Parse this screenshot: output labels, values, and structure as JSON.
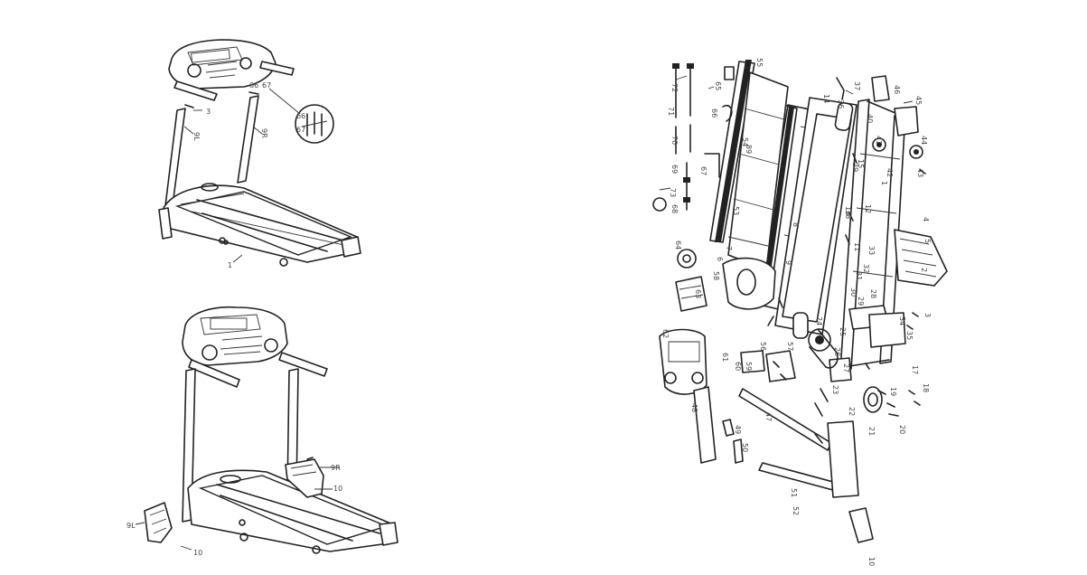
{
  "top_view": {
    "labels": {
      "frame": "1",
      "upright_left": "9L",
      "upright_right": "9R",
      "screw_a": "66",
      "screw_b": "67",
      "detail_a": "66",
      "detail_b": "67",
      "small_top": "3"
    }
  },
  "bottom_view": {
    "labels": {
      "base_cover_right": "9R",
      "base_cover_left": "9L",
      "bolt_right": "10",
      "bolt_left": "10"
    }
  },
  "exploded_view": {
    "labels": [
      "72",
      "71",
      "70",
      "69",
      "68",
      "73",
      "65",
      "66",
      "67",
      "55",
      "89",
      "54",
      "53",
      "7",
      "8",
      "9",
      "6",
      "58",
      "37",
      "36",
      "14",
      "15",
      "16",
      "12",
      "11",
      "64",
      "63",
      "62",
      "61",
      "60",
      "59",
      "56",
      "57",
      "1",
      "44",
      "45",
      "46",
      "43",
      "42",
      "41",
      "40",
      "4",
      "5",
      "2",
      "3",
      "17",
      "18",
      "19",
      "20",
      "21",
      "22",
      "23",
      "24",
      "25",
      "26",
      "27",
      "28",
      "29",
      "30",
      "31",
      "32",
      "33",
      "34",
      "35",
      "38",
      "39",
      "47",
      "48",
      "49",
      "50",
      "51",
      "52",
      "10"
    ]
  }
}
